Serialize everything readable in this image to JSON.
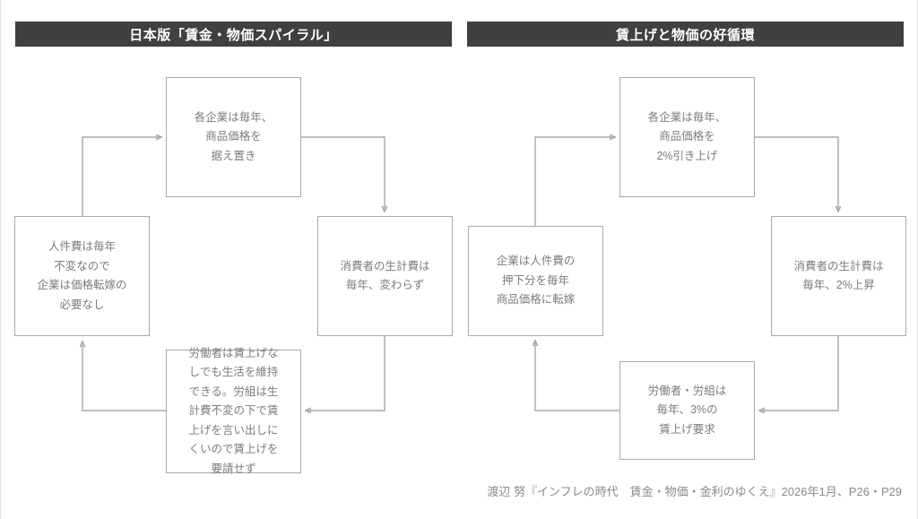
{
  "panels": [
    {
      "id": "left",
      "header": "日本版「賃金・物価スパイラル」",
      "nodes": {
        "top": "各企業は毎年、\n商品価格を\n据え置き",
        "left": "人件費は毎年\n不変なので\n企業は価格転嫁の\n必要なし",
        "right": "消費者の生計費は\n毎年、変わらず",
        "bottom": "労働者は賃上げな\nしでも生活を維持\nできる。労組は生\n計費不変の下で賃\n上げを言い出しに\nくいので賃上げを\n要請せず"
      }
    },
    {
      "id": "right",
      "header": "賃上げと物価の好循環",
      "nodes": {
        "top": "各企業は毎年、\n商品価格を\n2%引き上げ",
        "left": "企業は人件費の\n押下分を毎年\n商品価格に転嫁",
        "right": "消費者の生計費は\n毎年、2%上昇",
        "bottom": "労働者・労組は\n毎年、3%の\n賃上げ要求"
      }
    }
  ],
  "citation": "渡辺 努『インフレの時代　賃金・物価・金利のゆくえ』2026年1月、P26・P29",
  "colors": {
    "header_bg": "#404040",
    "header_text": "#ffffff",
    "box_border": "#a9a9a9",
    "body_text": "#7c7c7c",
    "connector": "#a9a9a9",
    "background": "#ffffff"
  }
}
